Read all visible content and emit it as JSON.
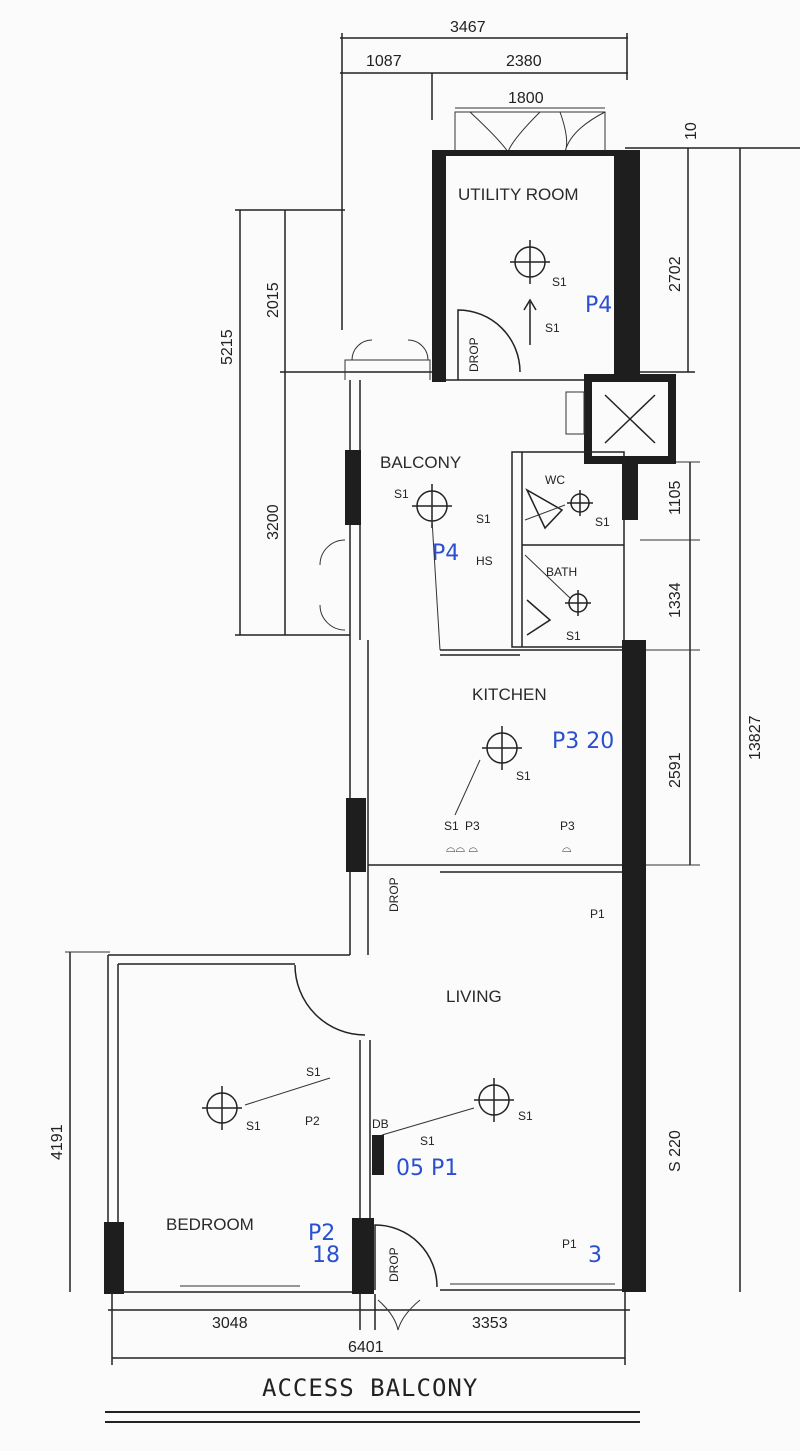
{
  "rooms": {
    "utility": "UTILITY ROOM",
    "balcony": "BALCONY",
    "wc": "WC",
    "bath": "BATH",
    "kitchen": "KITCHEN",
    "living": "LIVING",
    "bedroom": "BEDROOM",
    "access_balcony": "ACCESS BALCONY"
  },
  "dimensions": {
    "top_total": "3467",
    "top_left": "1087",
    "top_right": "2380",
    "top_window": "1800",
    "top_small": "10",
    "utility_height": "2702",
    "total_height": "13827",
    "left_2015": "2015",
    "left_5215": "5215",
    "left_3200": "3200",
    "wc_height": "1105",
    "bath_height": "1334",
    "kitchen_height": "2591",
    "living_wall": "S 220",
    "bedroom_height": "4191",
    "bedroom_width": "3048",
    "living_width": "3353",
    "total_width": "6401"
  },
  "fixtures": {
    "s1": "S1",
    "p1": "P1",
    "p2": "P2",
    "p3": "P3",
    "db": "DB",
    "hs": "HS",
    "drop": "DROP"
  },
  "handwritten": {
    "utility": "P4",
    "balcony": "P4",
    "kitchen": "P3 20",
    "living": "05 P1",
    "bedroom": "P2",
    "bedroom_count": "18",
    "living_corner": "3"
  },
  "colors": {
    "ink": "#1e1e1e",
    "pen_blue": "#2a4fd0"
  }
}
